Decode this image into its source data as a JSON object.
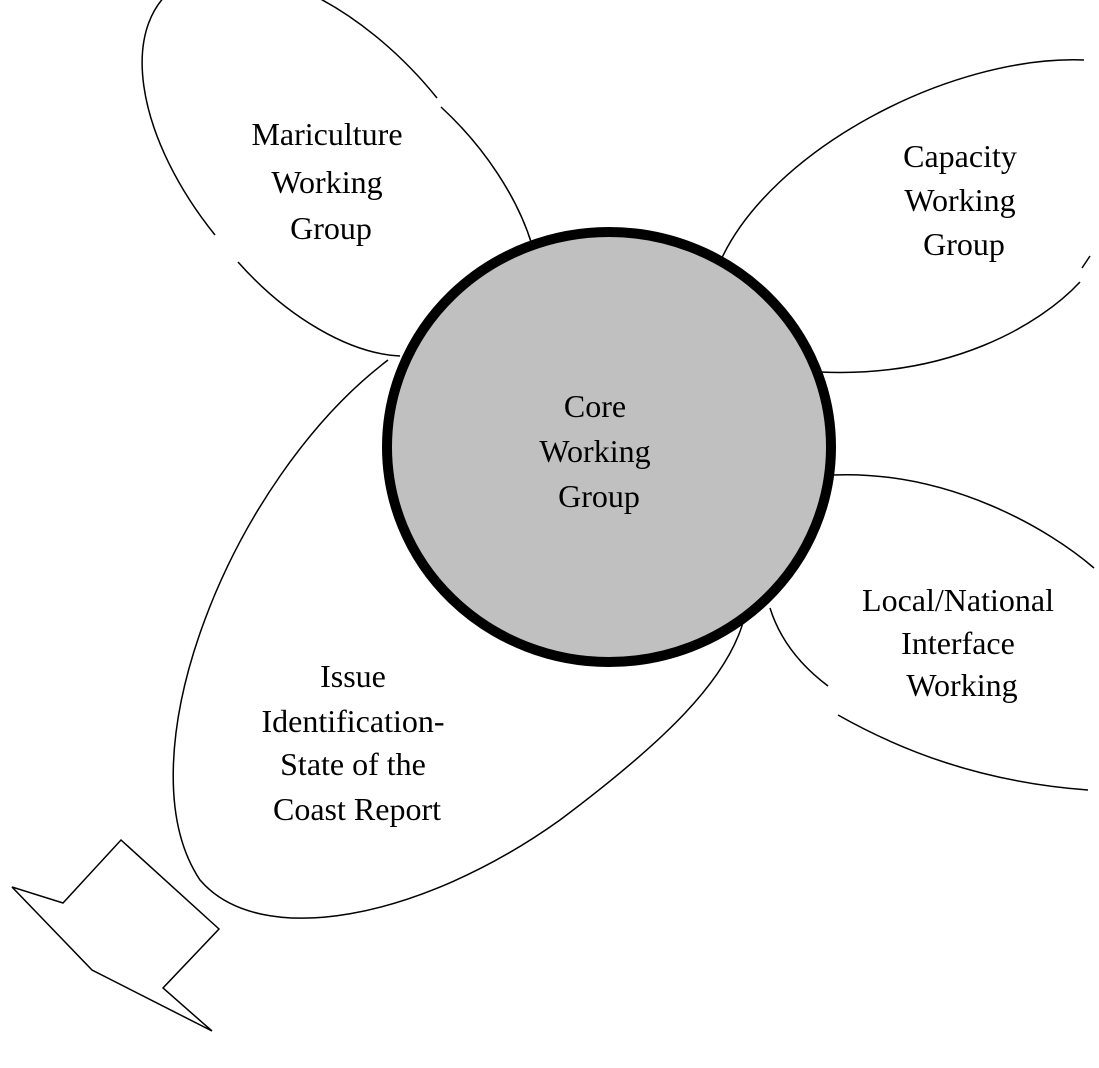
{
  "diagram": {
    "core": {
      "lines": [
        "Core",
        "Working",
        "Group"
      ]
    },
    "mariculture": {
      "lines": [
        "Mariculture",
        "Working",
        "Group"
      ]
    },
    "capacity": {
      "lines": [
        "Capacity",
        "Working",
        "Group"
      ]
    },
    "local_national": {
      "lines": [
        "Local/National",
        "Interface",
        "Working"
      ]
    },
    "issue_identification": {
      "lines": [
        "Issue",
        "Identification-",
        "State of the",
        "Coast Report"
      ]
    }
  },
  "colors": {
    "core_fill": "#c0c0c0",
    "stroke": "#000000",
    "background": "#ffffff"
  }
}
